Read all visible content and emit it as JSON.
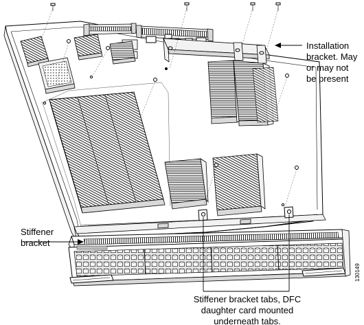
{
  "figure": {
    "callouts": {
      "installation_bracket": [
        "Installation",
        "bracket. May",
        "or may not",
        "be present"
      ],
      "stiffener_bracket": [
        "Stiffener",
        "bracket"
      ],
      "stiffener_tabs": [
        "Stiffener bracket tabs, DFC",
        "daughter card mounted",
        "underneath tabs."
      ]
    },
    "figure_number": "130149"
  }
}
